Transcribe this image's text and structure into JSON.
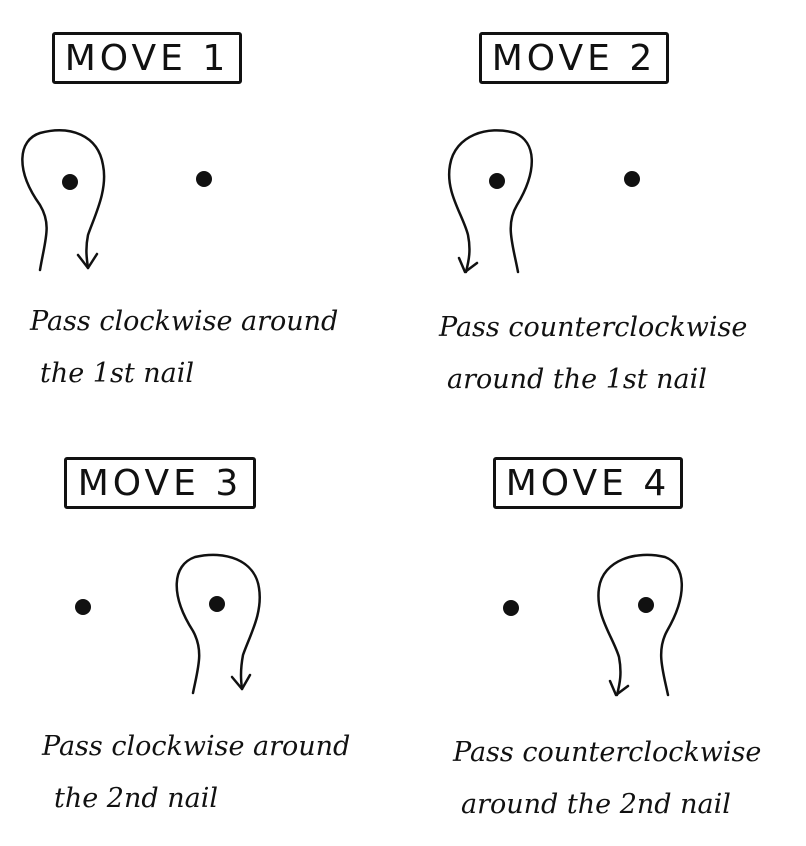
{
  "moves": [
    {
      "title": "MOVE 1",
      "caption_line1": "Pass clockwise around",
      "caption_line2": "the 1st nail",
      "loop_nail": 1,
      "direction": "clockwise"
    },
    {
      "title": "MOVE 2",
      "caption_line1": "Pass counterclockwise",
      "caption_line2": "around the 1st nail",
      "loop_nail": 1,
      "direction": "counterclockwise"
    },
    {
      "title": "MOVE 3",
      "caption_line1": "Pass clockwise around",
      "caption_line2": "the 2nd nail",
      "loop_nail": 2,
      "direction": "clockwise"
    },
    {
      "title": "MOVE 4",
      "caption_line1": "Pass counterclockwise",
      "caption_line2": "around the 2nd nail",
      "loop_nail": 2,
      "direction": "counterclockwise"
    }
  ]
}
